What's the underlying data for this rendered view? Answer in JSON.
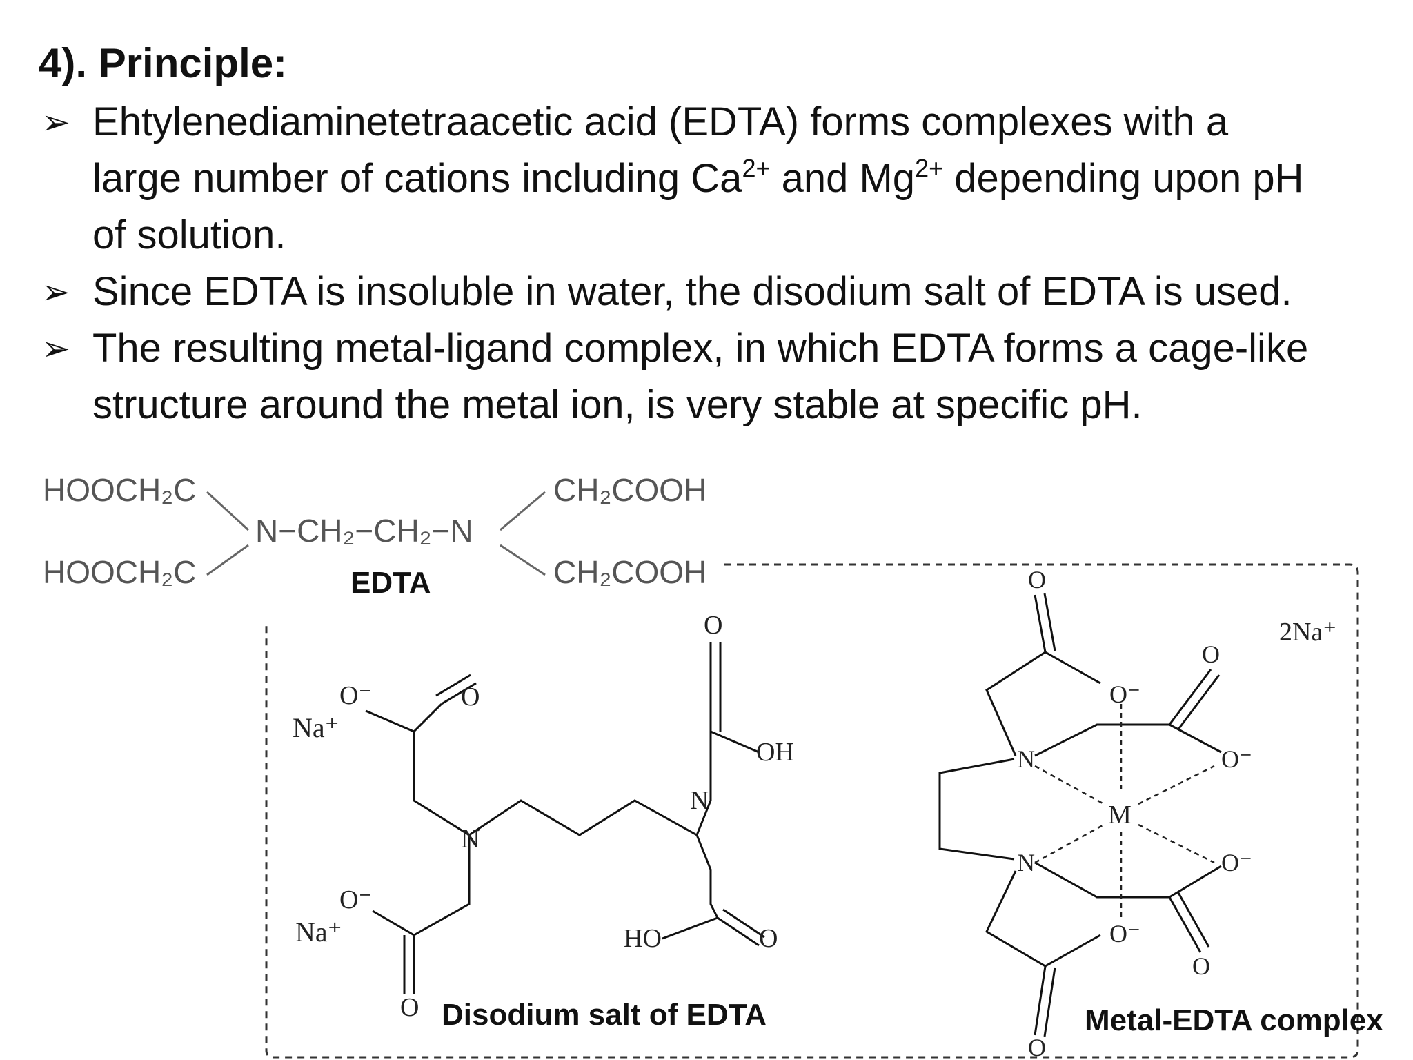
{
  "heading": "4). Principle:",
  "bullets": [
    {
      "line1": "Ehtylenediaminetetraacetic acid (EDTA) forms complexes with a",
      "line2_a": "large number of cations including Ca",
      "ca_charge": "2+",
      "line2_b": " and Mg",
      "mg_charge": "2+",
      "line2_c": " depending upon pH",
      "line3": "of solution."
    },
    {
      "text": "Since EDTA is insoluble in water, the disodium salt of EDTA is used."
    },
    {
      "line1": "The resulting metal-ligand complex, in which EDTA forms a cage-like",
      "line2": "structure around the metal ion, is very stable at specific pH."
    }
  ],
  "bullet_glyph": "➢",
  "edta_formula": {
    "top_left": "HOOCH₂C",
    "bottom_left": "HOOCH₂C",
    "center": "N−CH₂−CH₂−N",
    "top_right": "CH₂COOH",
    "bottom_right": "CH₂COOH",
    "caption": "EDTA"
  },
  "disodium": {
    "caption": "Disodium salt of EDTA",
    "atoms": {
      "na_top": "Na⁺",
      "na_bottom": "Na⁺",
      "o_minus": "O⁻",
      "o": "O",
      "oh": "OH",
      "ho": "HO",
      "n": "N"
    }
  },
  "complex": {
    "caption": "Metal-EDTA complex",
    "counter_ion": "2Na⁺",
    "metal": "M",
    "n": "N",
    "o": "O",
    "o_minus": "O⁻"
  }
}
